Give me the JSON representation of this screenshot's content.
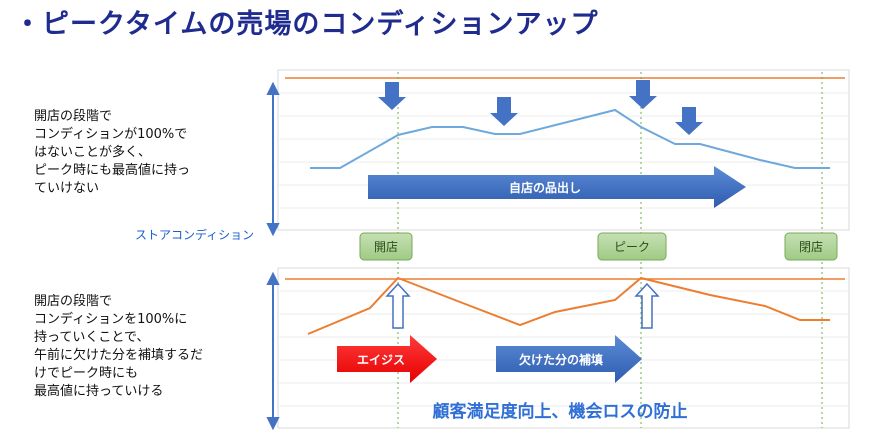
{
  "title": "・ピークタイムの売場のコンディションアップ",
  "top_panel": {
    "description": "開店の段階で\nコンディションが100%で\nはないことが多く、\nピーク時にも最高値に持っ\nていけない",
    "axis_label": "ストアコンディション",
    "arrow_label": "自店の品出し"
  },
  "markers": {
    "open": "開店",
    "peak": "ピーク",
    "close": "閉店"
  },
  "bottom_panel": {
    "description": "開店の段階で\nコンディションを100%に\n持っていくことで、\n午前に欠けた分を補填するだ\nけでピーク時にも\n最高値に持っていける",
    "arrow1_label": "エイジス",
    "arrow2_label": "欠けた分の補填",
    "conclusion": "顧客満足度向上、機会ロスの防止"
  },
  "colors": {
    "title": "#1f2b8f",
    "blue": "#4472c4",
    "line_top": "#6fa8dc",
    "orange": "#ed7d31",
    "red": "#ff1a1a",
    "marker_fill": "#a9d18e",
    "marker_text": "#2e4d1a",
    "guide": "#70ad47"
  }
}
